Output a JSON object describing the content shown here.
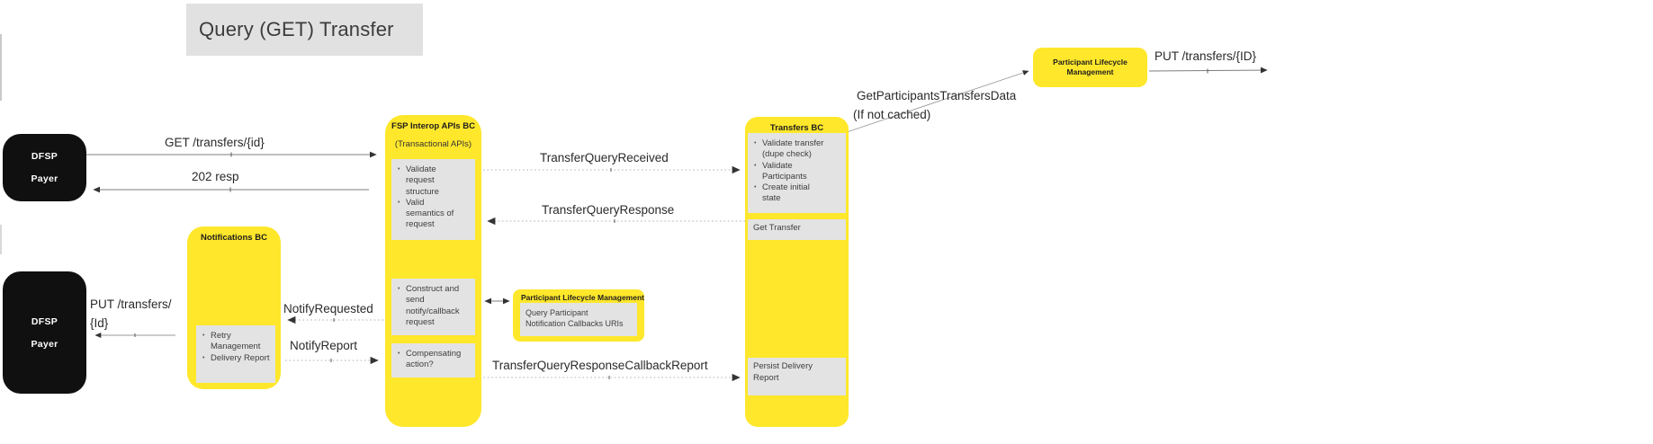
{
  "title": "Query (GET) Transfer",
  "actors": {
    "payer_top": {
      "line1": "DFSP",
      "line2": "Payer"
    },
    "payer_bottom": {
      "line1": "DFSP",
      "line2": "Payer"
    }
  },
  "components": {
    "notifications_bc": {
      "title": "Notifications BC",
      "tasks": [
        "Retry Management",
        "Delivery Report"
      ]
    },
    "fsp_interop": {
      "title": "FSP Interop APIs BC",
      "subtitle": "(Transactional APIs)",
      "validate_tasks": [
        "Validate request structure",
        "Valid semantics of request"
      ],
      "notify_tasks": [
        "Construct and send notify/callback request"
      ],
      "compensate_tasks": [
        "Compensating action?"
      ]
    },
    "transfers_bc": {
      "title": "Transfers BC",
      "validate_tasks": [
        "Validate transfer (dupe check)",
        "Validate Participants",
        "Create initial state"
      ],
      "get_transfer_label": "Get Transfer",
      "persist_label": "Persist Delivery Report"
    },
    "plm_inline": {
      "title": "Participant Lifecycle Management",
      "lines": [
        "Query Participant",
        "Notification Callbacks URIs"
      ]
    },
    "plm_top": {
      "title": "Participant Lifecycle Management"
    }
  },
  "messages": {
    "get_transfers": "GET /transfers/{id}",
    "resp_202": "202 resp",
    "transfer_query_received": "TransferQueryReceived",
    "transfer_query_response": "TransferQueryResponse",
    "put_transfers_id_lines": [
      "PUT /transfers/",
      "{Id}"
    ],
    "notify_requested": "NotifyRequested",
    "notify_report": "NotifyReport",
    "callback_report": "TransferQueryResponseCallbackReport",
    "get_participants_lines": [
      "GetParticipantsTransfersData",
      "(If not cached)"
    ],
    "put_transfers_uc": "PUT /transfers/{ID}"
  },
  "colors": {
    "component_yellow": "#ffe72b",
    "task_gray": "#e3e3e3",
    "actor_black": "#101010",
    "title_gray": "#e1e1e1"
  }
}
